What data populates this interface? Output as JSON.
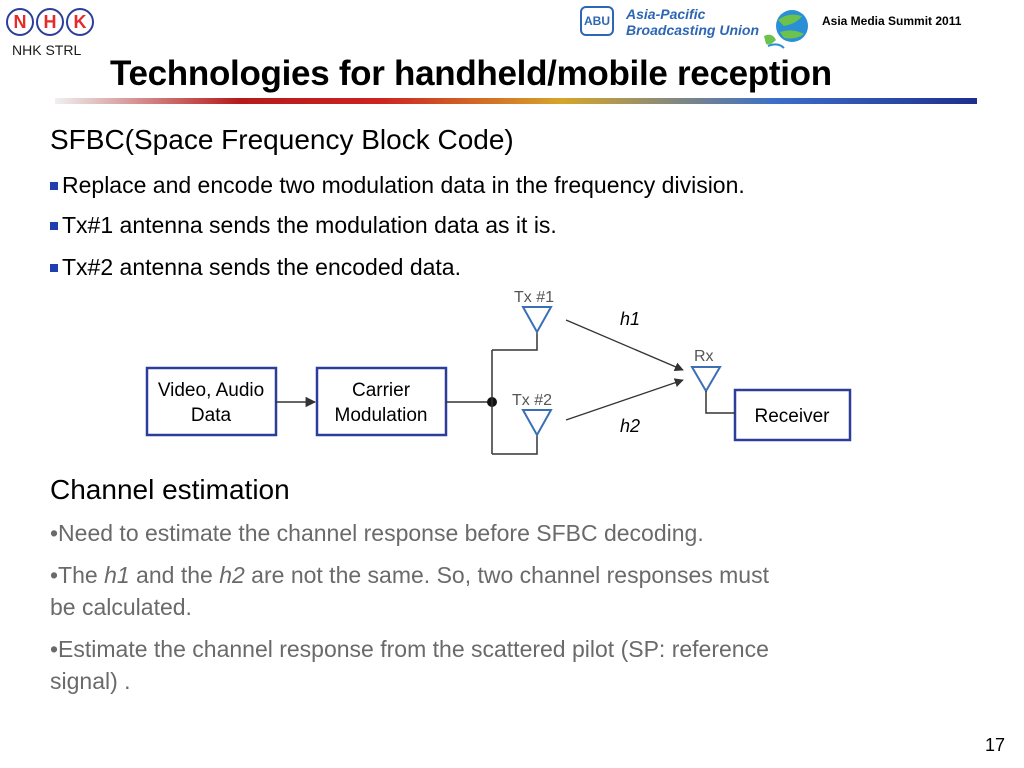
{
  "header": {
    "nhk_letters": [
      "N",
      "H",
      "K"
    ],
    "nhk_strl": "NHK STRL",
    "abu_abbr": "ABU",
    "abu_line1": "Asia-Pacific",
    "abu_line2": "Broadcasting Union",
    "summit": "Asia Media Summit 2011",
    "title": "Technologies for handheld/mobile reception"
  },
  "sfbc": {
    "heading": "SFBC(Space Frequency Block Code)",
    "bullets": [
      "Replace and encode two modulation data in the frequency division.",
      "Tx#1 antenna sends the modulation data as it is.",
      "Tx#2 antenna sends the encoded data."
    ]
  },
  "diagram": {
    "box_video_line1": "Video, Audio",
    "box_video_line2": "Data",
    "box_carrier_line1": "Carrier",
    "box_carrier_line2": "Modulation",
    "box_receiver": "Receiver",
    "tx1": "Tx #1",
    "tx2": "Tx #2",
    "rx": "Rx",
    "h1": "h1",
    "h2": "h2",
    "colors": {
      "box_border": "#2d3e9a",
      "antenna": "#3a6fb5",
      "line": "#333333"
    }
  },
  "channel": {
    "heading": "Channel estimation",
    "b1": "•Need to estimate the channel response before SFBC decoding.",
    "b2_pre": "•The ",
    "b2_h1": "h1",
    "b2_mid": " and the ",
    "b2_h2": "h2",
    "b2_post": " are not the same. So, two channel responses must",
    "b2_line2": "be calculated.",
    "b3_line1": "•Estimate the channel response from the scattered pilot (SP: reference",
    "b3_line2": "signal) ."
  },
  "page_number": "17"
}
